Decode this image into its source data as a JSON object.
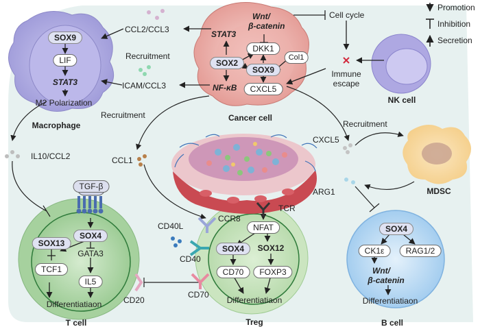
{
  "legend": {
    "promotion": "Promotion",
    "inhibition": "Inhibition",
    "secretion": "Secretion"
  },
  "macrophage": {
    "title": "Macrophage",
    "sox9": "SOX9",
    "lif": "LIF",
    "stat3": "STAT3",
    "polarization": "M2 Polarization"
  },
  "cancer_cell": {
    "title": "Cancer cell",
    "wnt": "Wnt/",
    "beta_catenin": "β-catenin",
    "stat3": "STAT3",
    "sox2": "SOX2",
    "dkk1": "DKK1",
    "sox9": "SOX9",
    "col1": "Col1",
    "nfkb": "NF-κB",
    "cxcl5": "CXCL5"
  },
  "nk_cell": {
    "title": "NK cell"
  },
  "labels": {
    "cell_cycle": "Cell cycle",
    "immune_escape_1": "Immune",
    "immune_escape_2": "escape",
    "ccl2_ccl3": "CCL2/CCL3",
    "icam_ccl3": "ICAM/CCL3",
    "recruitment_top": "Recruitment",
    "recruitment_mid": "Recruitment",
    "recruitment_right": "Recruitment",
    "il10_ccl2": "IL10/CCL2",
    "ccl1": "CCL1",
    "cxcl5": "CXCL5",
    "arg1": "ARG1"
  },
  "mdsc": {
    "title": "MDSC"
  },
  "t_cell": {
    "title": "T cell",
    "tgfb": "TGF-β",
    "sox13": "SOX13",
    "sox4": "SOX4",
    "gata3": "GATA3",
    "tcf1": "TCF1",
    "il5": "IL5",
    "differentiation": "Differentiatiaon"
  },
  "treg": {
    "title": "Treg",
    "ccr8": "CCR8",
    "tcr": "TCR",
    "cd40l": "CD40L",
    "cd40": "CD40",
    "nfat": "NFAT",
    "sox4": "SOX4",
    "sox12": "SOX12",
    "cd70_inner": "CD70",
    "foxp3": "FOXP3",
    "cd70": "CD70",
    "cd20": "CD20",
    "differentiation": "Differentiatiaon"
  },
  "b_cell": {
    "title": "B cell",
    "sox4": "SOX4",
    "ck1e": "CK1ε",
    "rag": "RAG1/2",
    "wnt": "Wnt/",
    "beta_catenin": "β-catenin",
    "differentiation": "Differentiatiaon"
  },
  "colors": {
    "macrophage": "#a9a6e0",
    "cancer": "#e39b96",
    "nk": "#b7b2e6",
    "mdsc": "#f7d79a",
    "tcell": "#a9d3a2",
    "treg": "#c3e0b8",
    "bcell": "#b6d7f2",
    "background": "#e6f1f0",
    "inhibit": "#2b2b2b"
  }
}
